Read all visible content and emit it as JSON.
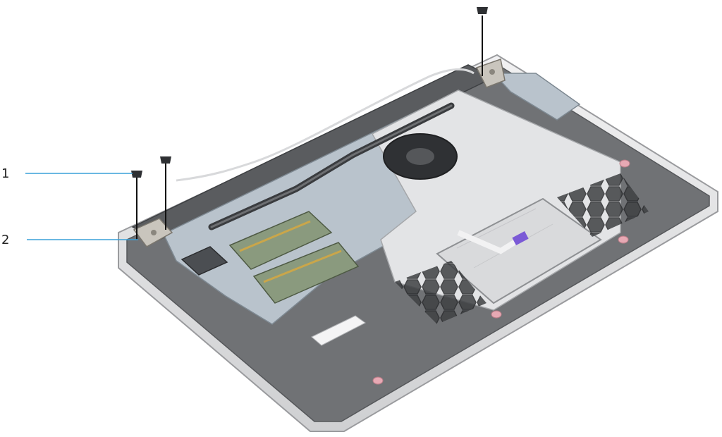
{
  "callouts": [
    {
      "number": "1",
      "target": "screw"
    },
    {
      "number": "2",
      "target": "display-hinge"
    }
  ],
  "colors": {
    "leader_line": "#3aa0d8",
    "chassis": "#6b6d70",
    "chassis_light": "#d6d7d9",
    "board": "#b9c3cc",
    "shield": "#e3e4e6",
    "hinge": "#c9c5bd",
    "pink_standoff": "#e7a9b4"
  }
}
